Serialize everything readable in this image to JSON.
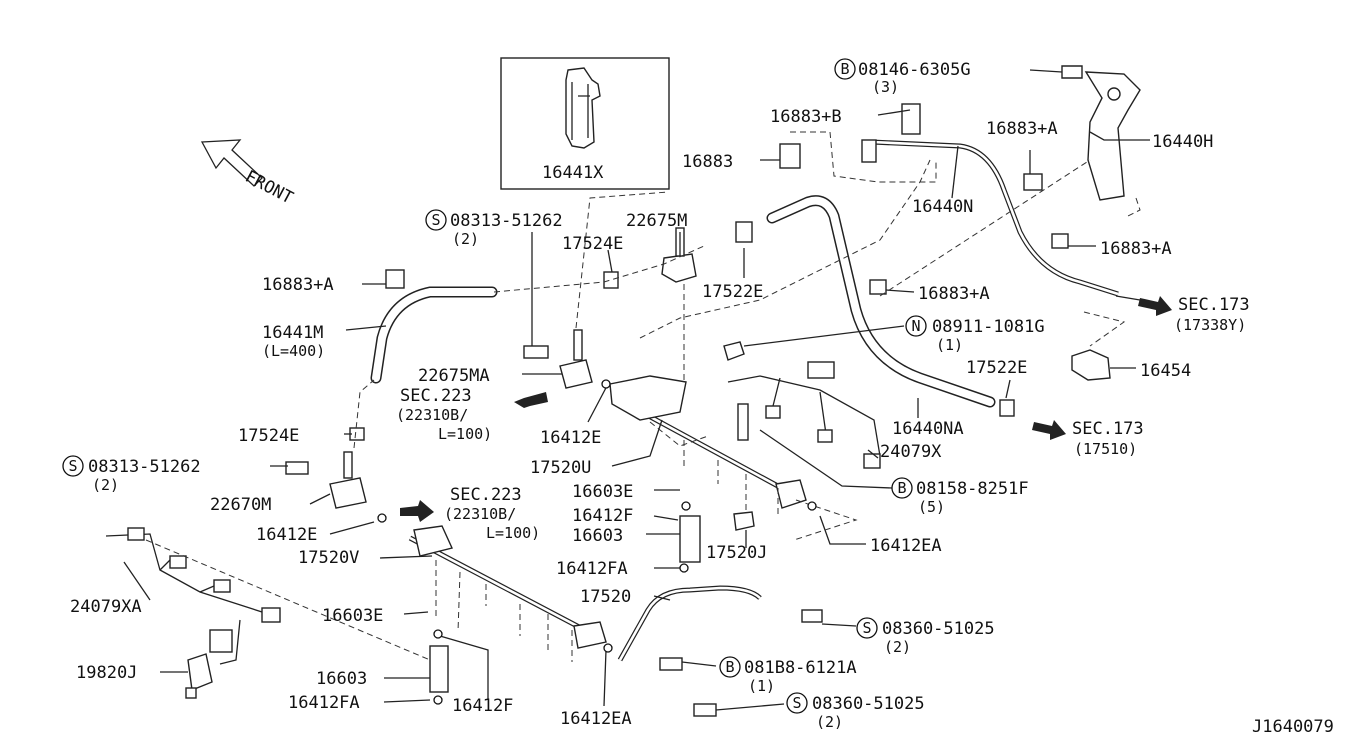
{
  "diagram": {
    "code": "J1640079",
    "front_label": "FRONT",
    "inset_part": "16441X",
    "parts": {
      "p_08146": {
        "prefix": "B",
        "number": "08146-6305G",
        "qty": "(3)"
      },
      "p_16883B": "16883+B",
      "p_16883A_top": "16883+A",
      "p_16440H": "16440H",
      "p_16883": "16883",
      "p_16440N": "16440N",
      "p_08313_top": {
        "prefix": "S",
        "number": "08313-51262",
        "qty": "(2)"
      },
      "p_22675M": "22675M",
      "p_17524E_top": "17524E",
      "p_16883A_right": "16883+A",
      "p_16883A_left": "16883+A",
      "p_17522E_mid": "17522E",
      "p_16883A_mid": "16883+A",
      "p_sec173_a": {
        "sec": "SEC.173",
        "ref": "(17338Y)"
      },
      "p_16441M": {
        "number": "16441M",
        "len": "(L=400)"
      },
      "p_08911": {
        "prefix": "N",
        "number": "08911-1081G",
        "qty": "(1)"
      },
      "p_16454": "16454",
      "p_22675MA": "22675MA",
      "p_17522E_right": "17522E",
      "p_sec223_a": {
        "sec": "SEC.223",
        "ref": "(22310B/",
        "len": "L=100)"
      },
      "p_16440NA": "16440NA",
      "p_sec173_b": {
        "sec": "SEC.173",
        "ref": "(17510)"
      },
      "p_17524E_left": "17524E",
      "p_16412E_mid": "16412E",
      "p_24079X": "24079X",
      "p_08313_left": {
        "prefix": "S",
        "number": "08313-51262",
        "qty": "(2)"
      },
      "p_17520U": "17520U",
      "p_08158": {
        "prefix": "B",
        "number": "08158-8251F",
        "qty": "(5)"
      },
      "p_22670M": "22670M",
      "p_sec223_b": {
        "sec": "SEC.223",
        "ref": "(22310B/",
        "len": "L=100)"
      },
      "p_16603E_mid": "16603E",
      "p_16412F_mid": "16412F",
      "p_16412E_left": "16412E",
      "p_16603_mid": "16603",
      "p_16412EA_right": "16412EA",
      "p_17520V": "17520V",
      "p_17520J": "17520J",
      "p_16412FA_mid": "16412FA",
      "p_24079XA": "24079XA",
      "p_17520": "17520",
      "p_16603E_low": "16603E",
      "p_08360_top": {
        "prefix": "S",
        "number": "08360-51025",
        "qty": "(2)"
      },
      "p_081B8": {
        "prefix": "B",
        "number": "081B8-6121A",
        "qty": "(1)"
      },
      "p_19820J": "19820J",
      "p_16603_low": "16603",
      "p_16412FA_low": "16412FA",
      "p_16412F_low": "16412F",
      "p_16412EA_low": "16412EA",
      "p_08360_low": {
        "prefix": "S",
        "number": "08360-51025",
        "qty": "(2)"
      }
    }
  }
}
